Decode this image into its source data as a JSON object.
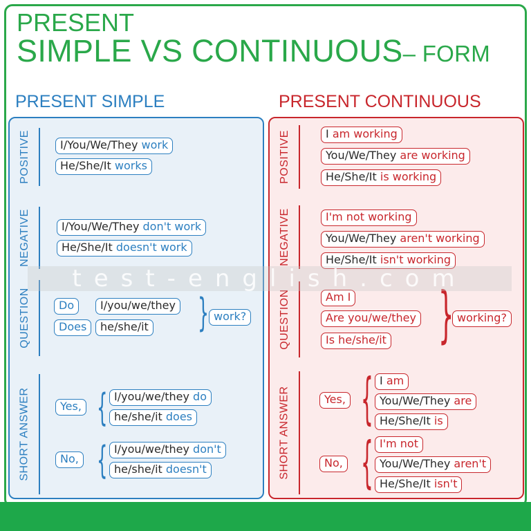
{
  "title": {
    "line1": "PRESENT",
    "line2": "SIMPLE VS CONTINUOUS",
    "suffix": "– FORM"
  },
  "present_simple": {
    "heading": "PRESENT SIMPLE",
    "positive": {
      "label": "POSITIVE",
      "rows": [
        {
          "a": "I/You/We/They ",
          "b": "work"
        },
        {
          "a": "He/She/It ",
          "b": "works"
        }
      ]
    },
    "negative": {
      "label": "NEGATIVE",
      "rows": [
        {
          "a": "I/You/We/They ",
          "b": "don't work"
        },
        {
          "a": "He/She/It ",
          "b": "doesn't work"
        }
      ]
    },
    "question": {
      "label": "QUESTION",
      "aux1": "Do",
      "aux2": "Does",
      "subj1": "I/you/we/they",
      "subj2": "he/she/it",
      "verb": "work?"
    },
    "short_answer": {
      "label": "SHORT ANSWER",
      "yes": "Yes,",
      "no": "No,",
      "yes_rows": [
        {
          "a": "I/you/we/they ",
          "b": "do"
        },
        {
          "a": "he/she/it ",
          "b": "does"
        }
      ],
      "no_rows": [
        {
          "a": "I/you/we/they ",
          "b": "don't"
        },
        {
          "a": "he/she/it ",
          "b": "doesn't"
        }
      ]
    }
  },
  "present_continuous": {
    "heading": "PRESENT CONTINUOUS",
    "positive": {
      "label": "POSITIVE",
      "rows": [
        {
          "a": "I ",
          "b": "am working"
        },
        {
          "a": "You/We/They ",
          "b": "are working"
        },
        {
          "a": "He/She/It ",
          "b": "is working"
        }
      ]
    },
    "negative": {
      "label": "NEGATIVE",
      "rows": [
        {
          "a": "I'm not working",
          "b": ""
        },
        {
          "a": "You/We/They ",
          "b": "aren't working"
        },
        {
          "a": "He/She/It ",
          "b": "isn't working"
        }
      ]
    },
    "question": {
      "label": "QUESTION",
      "q1": "Am I",
      "q2": "Are you/we/they",
      "q3": "Is he/she/it",
      "verb": "working?"
    },
    "short_answer": {
      "label": "SHORT ANSWER",
      "yes": "Yes,",
      "no": "No,",
      "yes_rows": [
        {
          "a": "I ",
          "b": "am"
        },
        {
          "a": "You/We/They ",
          "b": "are"
        },
        {
          "a": "He/She/It ",
          "b": "is"
        }
      ],
      "no_rows": [
        {
          "a": "I'm not",
          "b": ""
        },
        {
          "a": "You/We/They ",
          "b": "aren't"
        },
        {
          "a": "He/She/It ",
          "b": "isn't"
        }
      ]
    }
  },
  "watermark": "test-english.com",
  "colors": {
    "green": "#2aa84a",
    "blue": "#2c7fc0",
    "red": "#c8262c"
  }
}
